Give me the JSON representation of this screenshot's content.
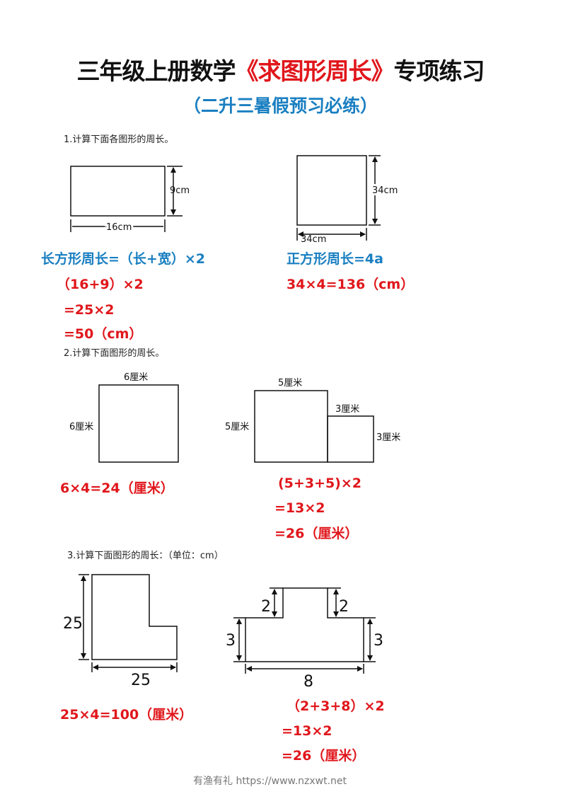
{
  "title": {
    "prefix": "三年级上册数学",
    "highlight": "《求图形周长》",
    "suffix": "专项练习"
  },
  "subtitle": "（二升三暑假预习必练）",
  "section1": {
    "question": "1.计算下面各图形的周长。",
    "rect": {
      "height_label": "9cm",
      "width_label": "16cm"
    },
    "square": {
      "height_label": "34cm",
      "width_label": "34cm"
    },
    "rect_formula": "长方形周长=（长+宽）×2",
    "rect_steps": [
      "（16+9）×2",
      "=25×2",
      "=50（cm）"
    ],
    "square_formula": "正方形周长=4a",
    "square_steps": [
      "34×4=136（cm）"
    ]
  },
  "section2": {
    "question": "2.计算下面图形的周长。",
    "square": {
      "top_label": "6厘米",
      "left_label": "6厘米"
    },
    "composite": {
      "big_top": "5厘米",
      "big_left": "5厘米",
      "small_top": "3厘米",
      "small_right": "3厘米"
    },
    "square_answer": "6×4=24（厘米）",
    "composite_steps": [
      "(5+3+5)×2",
      "=13×2",
      "=26（厘米）"
    ]
  },
  "section3": {
    "question": "3.计算下面图形的周长：（单位：cm）",
    "lshape": {
      "height_label": "25",
      "width_label": "25"
    },
    "tshape": {
      "left_top": "2",
      "right_top": "2",
      "left_side": "3",
      "right_side": "3",
      "bottom": "8"
    },
    "lshape_answer": "25×4=100（厘米）",
    "tshape_steps": [
      "（2+3+8）×2",
      "=13×2",
      "=26（厘米）"
    ]
  },
  "watermark": "有渔有礼 https://www.nzxwt.net",
  "colors": {
    "red": "#e0161b",
    "blue": "#1a7fc1"
  }
}
